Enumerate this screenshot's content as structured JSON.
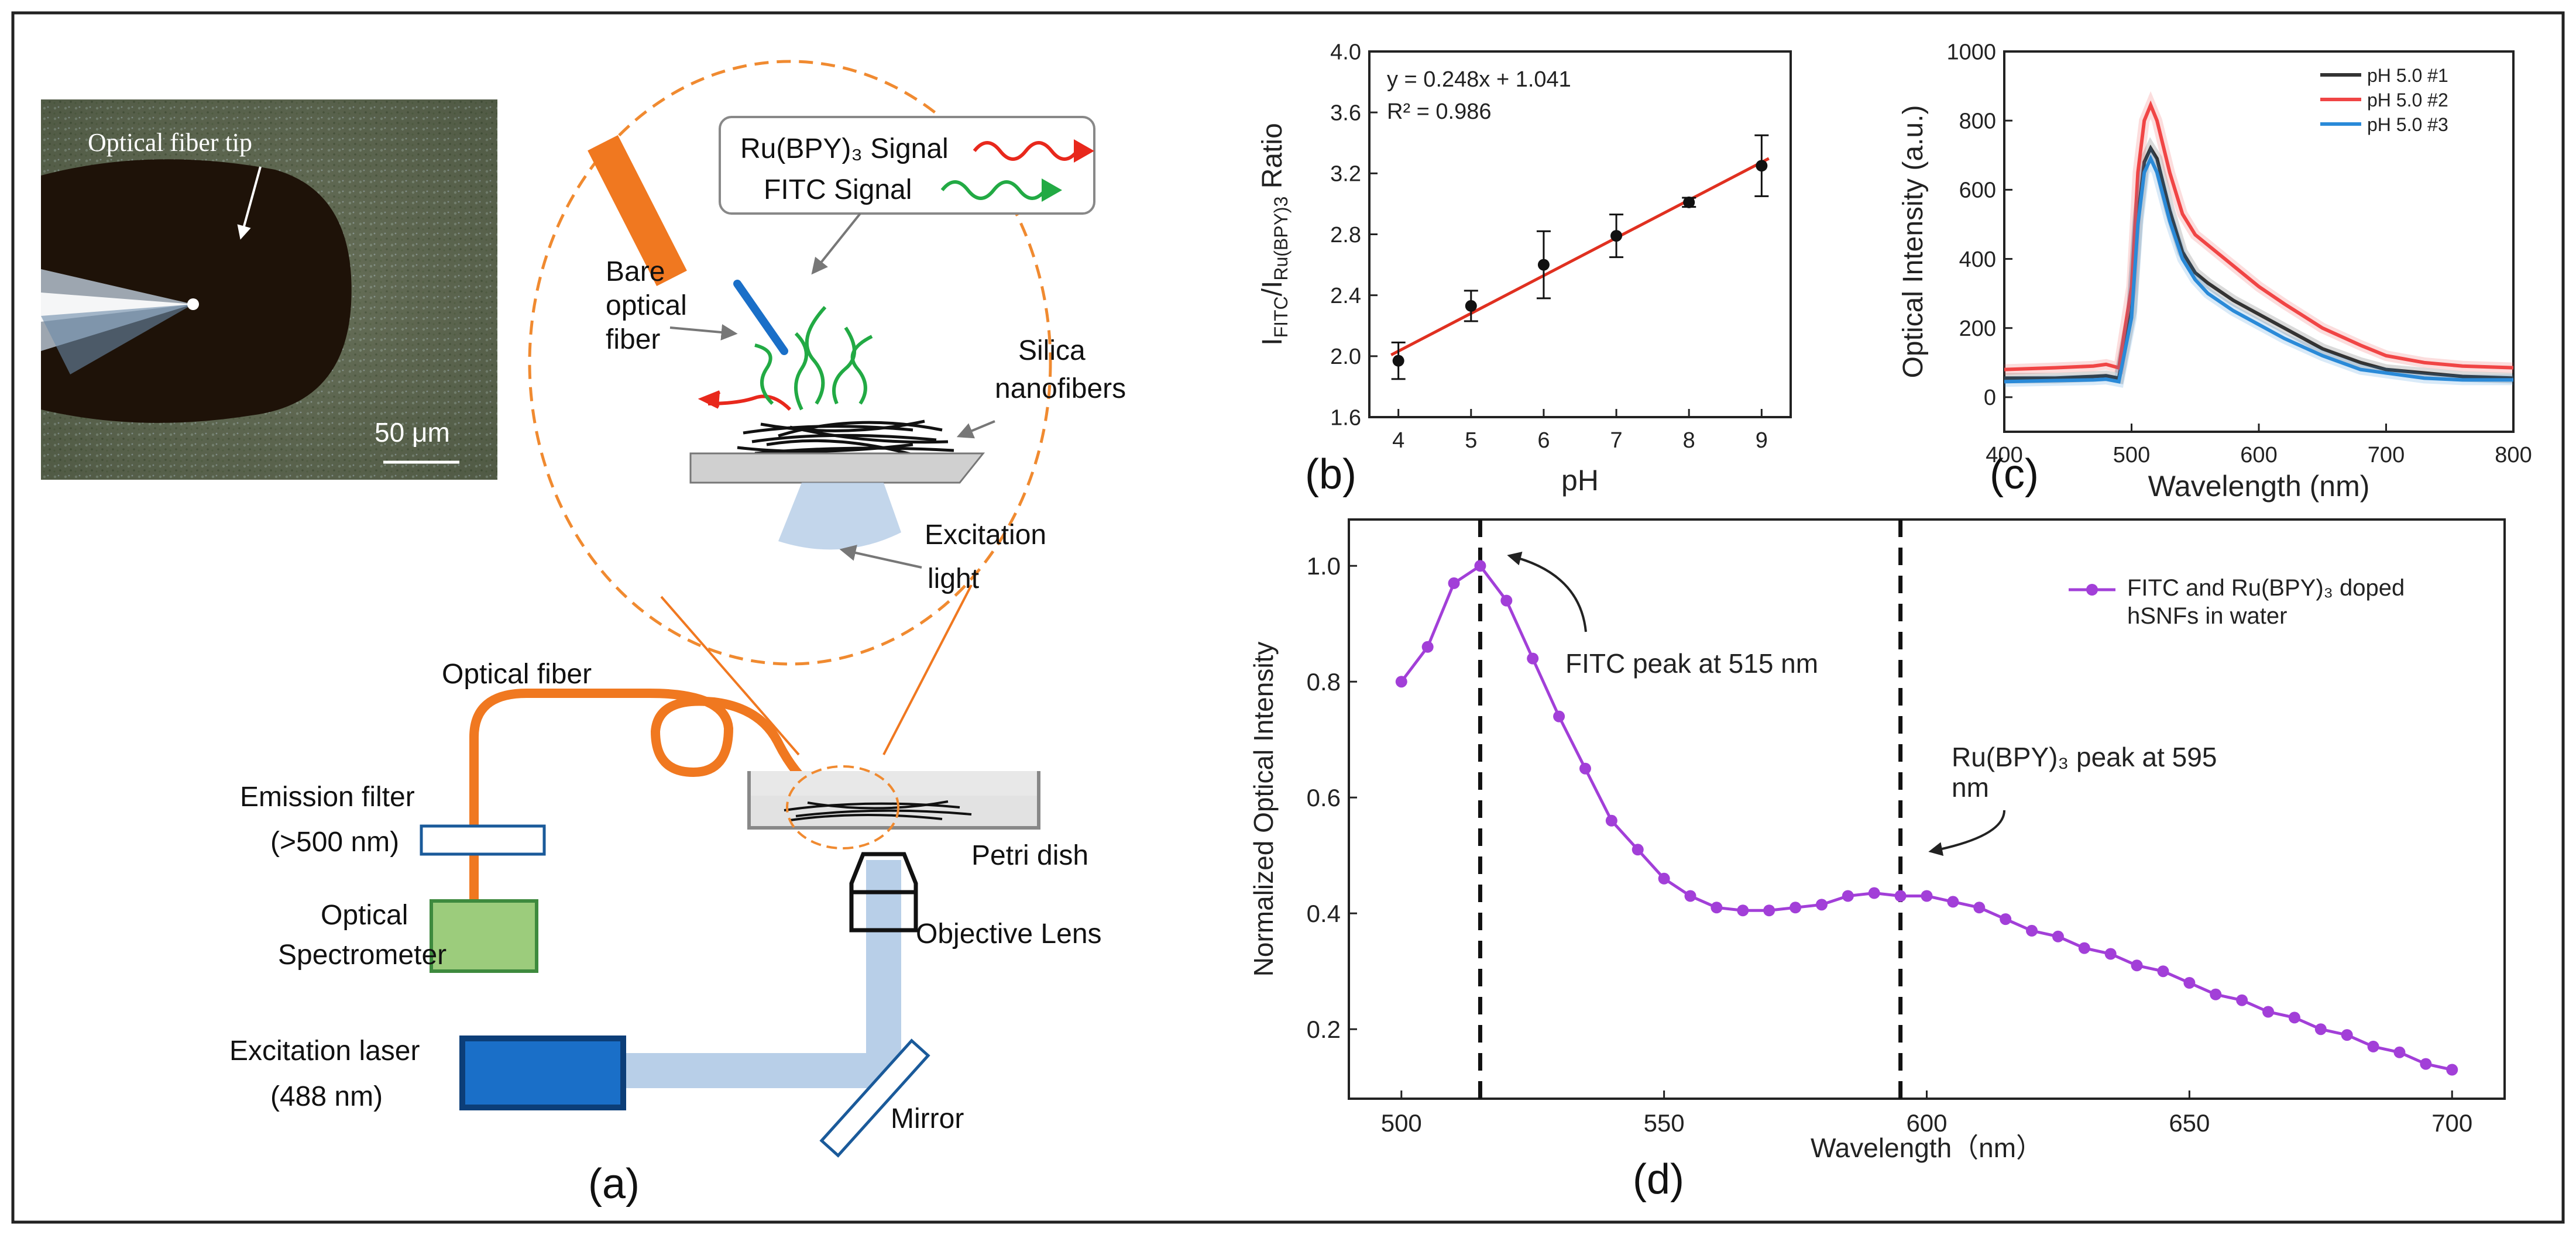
{
  "panel_a": {
    "photo": {
      "label": "Optical fiber tip",
      "scale": "50 μm"
    },
    "inset": {
      "ru_signal": "Ru(BPY)₃ Signal",
      "fitc_signal": "FITC Signal",
      "bare_fiber": [
        "Bare",
        "optical",
        "fiber"
      ],
      "silica": [
        "Silica",
        "nanofibers"
      ],
      "excitation": [
        "Excitation",
        "light"
      ]
    },
    "setup": {
      "optical_fiber": "Optical fiber",
      "emission_filter": [
        "Emission filter",
        "(>500 nm)"
      ],
      "spectrometer": [
        "Optical",
        "Spectrometer"
      ],
      "petri_dish": "Petri dish",
      "objective_lens": "Objective Lens",
      "excitation_laser": [
        "Excitation laser",
        "(488 nm)"
      ],
      "mirror": "Mirror"
    },
    "panel_label": "(a)"
  },
  "colors": {
    "orange": "#f07820",
    "fitc_green": "#22aa44",
    "ru_red": "#e8281c",
    "laser_blue": "#1a6fc8",
    "beam": "#b8cfe8",
    "purple": "#a23fd8",
    "fit_line": "#e03020"
  },
  "chart_data": [
    {
      "id": "b",
      "type": "scatter",
      "panel_label": "(b)",
      "xlabel": "pH",
      "ylabel": "I_FITC/I_Ru(BPY)3 Ratio",
      "xlim": [
        3.6,
        9.4
      ],
      "ylim": [
        1.6,
        4.0
      ],
      "xticks": [
        4,
        5,
        6,
        7,
        8,
        9
      ],
      "yticks": [
        1.6,
        2.0,
        2.4,
        2.8,
        3.2,
        3.6,
        4.0
      ],
      "x": [
        4,
        5,
        6,
        7,
        8,
        9
      ],
      "y": [
        1.97,
        2.33,
        2.6,
        2.79,
        3.01,
        3.25
      ],
      "yerr": [
        0.12,
        0.1,
        0.22,
        0.14,
        0.03,
        0.2
      ],
      "fit": {
        "slope": 0.248,
        "intercept": 1.041,
        "equation": "y = 0.248x + 1.041",
        "r2": "R² = 0.986"
      }
    },
    {
      "id": "c",
      "type": "line",
      "panel_label": "(c)",
      "xlabel": "Wavelength (nm)",
      "ylabel": "Optical Intensity (a.u.)",
      "xlim": [
        400,
        800
      ],
      "ylim": [
        -100,
        1000
      ],
      "xticks": [
        400,
        500,
        600,
        700,
        800
      ],
      "yticks": [
        0,
        200,
        400,
        600,
        800,
        1000
      ],
      "legend_position": "top-right",
      "series": [
        {
          "name": "pH 5.0 #1",
          "color": "#333333",
          "x": [
            400,
            440,
            470,
            480,
            490,
            500,
            505,
            510,
            515,
            520,
            530,
            540,
            550,
            560,
            580,
            600,
            620,
            650,
            680,
            700,
            730,
            760,
            800
          ],
          "y": [
            55,
            55,
            60,
            62,
            55,
            250,
            520,
            680,
            720,
            690,
            540,
            420,
            360,
            330,
            280,
            240,
            200,
            140,
            100,
            80,
            70,
            60,
            55
          ]
        },
        {
          "name": "pH 5.0 #2",
          "color": "#f04545",
          "x": [
            400,
            440,
            470,
            480,
            490,
            500,
            505,
            510,
            515,
            520,
            530,
            540,
            550,
            560,
            580,
            600,
            620,
            650,
            680,
            700,
            730,
            760,
            800
          ],
          "y": [
            80,
            85,
            90,
            95,
            85,
            320,
            650,
            800,
            845,
            800,
            650,
            530,
            470,
            440,
            380,
            320,
            270,
            200,
            150,
            120,
            100,
            90,
            85
          ]
        },
        {
          "name": "pH 5.0 #3",
          "color": "#2a8ad8",
          "x": [
            400,
            440,
            470,
            480,
            490,
            500,
            505,
            510,
            515,
            520,
            530,
            540,
            550,
            560,
            580,
            600,
            620,
            650,
            680,
            700,
            730,
            760,
            800
          ],
          "y": [
            45,
            48,
            50,
            52,
            45,
            230,
            500,
            650,
            690,
            650,
            510,
            400,
            340,
            300,
            250,
            210,
            170,
            120,
            80,
            70,
            55,
            50,
            50
          ]
        }
      ]
    },
    {
      "id": "d",
      "type": "line",
      "panel_label": "(d)",
      "xlabel": "Wavelength（nm）",
      "ylabel": "Normalized Optical Intensity",
      "xlim": [
        490,
        710
      ],
      "ylim": [
        0.08,
        1.08
      ],
      "xticks": [
        500,
        550,
        600,
        650,
        700
      ],
      "yticks": [
        0.2,
        0.4,
        0.6,
        0.8,
        1.0
      ],
      "legend_position": "top-right",
      "series": [
        {
          "name": "FITC and Ru(BPY)₃ doped hSNFs in water",
          "x": [
            500,
            505,
            510,
            515,
            520,
            525,
            530,
            535,
            540,
            545,
            550,
            555,
            560,
            565,
            570,
            575,
            580,
            585,
            590,
            595,
            600,
            605,
            610,
            615,
            620,
            625,
            630,
            635,
            640,
            645,
            650,
            655,
            660,
            665,
            670,
            675,
            680,
            685,
            690,
            695,
            700
          ],
          "y": [
            0.8,
            0.86,
            0.97,
            1.0,
            0.94,
            0.84,
            0.74,
            0.65,
            0.56,
            0.51,
            0.46,
            0.43,
            0.41,
            0.405,
            0.405,
            0.41,
            0.415,
            0.43,
            0.435,
            0.43,
            0.43,
            0.42,
            0.41,
            0.39,
            0.37,
            0.36,
            0.34,
            0.33,
            0.31,
            0.3,
            0.28,
            0.26,
            0.25,
            0.23,
            0.22,
            0.2,
            0.19,
            0.17,
            0.16,
            0.14,
            0.13
          ]
        }
      ],
      "vlines": [
        515,
        595
      ],
      "annotations": [
        "FITC peak at 515 nm",
        "Ru(BPY)₃ peak at 595",
        "nm"
      ]
    }
  ]
}
